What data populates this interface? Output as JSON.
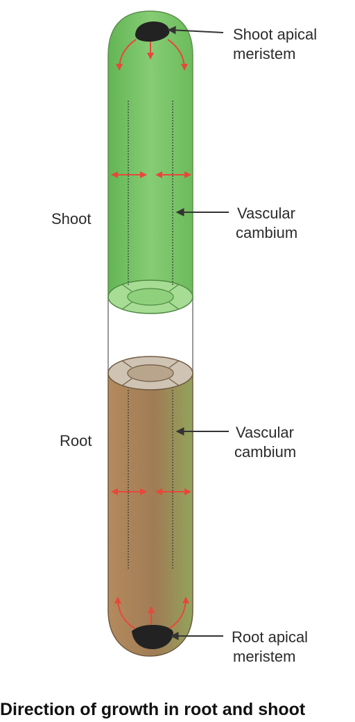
{
  "labels": {
    "shoot_apical_meristem": [
      "Shoot apical",
      "meristem"
    ],
    "shoot": "Shoot",
    "shoot_vascular_cambium": [
      "Vascular",
      "cambium"
    ],
    "root": "Root",
    "root_vascular_cambium": [
      "Vascular",
      "cambium"
    ],
    "root_apical_meristem": [
      "Root apical",
      "meristem"
    ]
  },
  "caption": "Direction of growth in root and shoot",
  "colors": {
    "shoot": "#7cc46a",
    "root": "#a6825a",
    "meristem": "#222222",
    "growth_arrow": "#e8473a",
    "pointer": "#333333"
  }
}
